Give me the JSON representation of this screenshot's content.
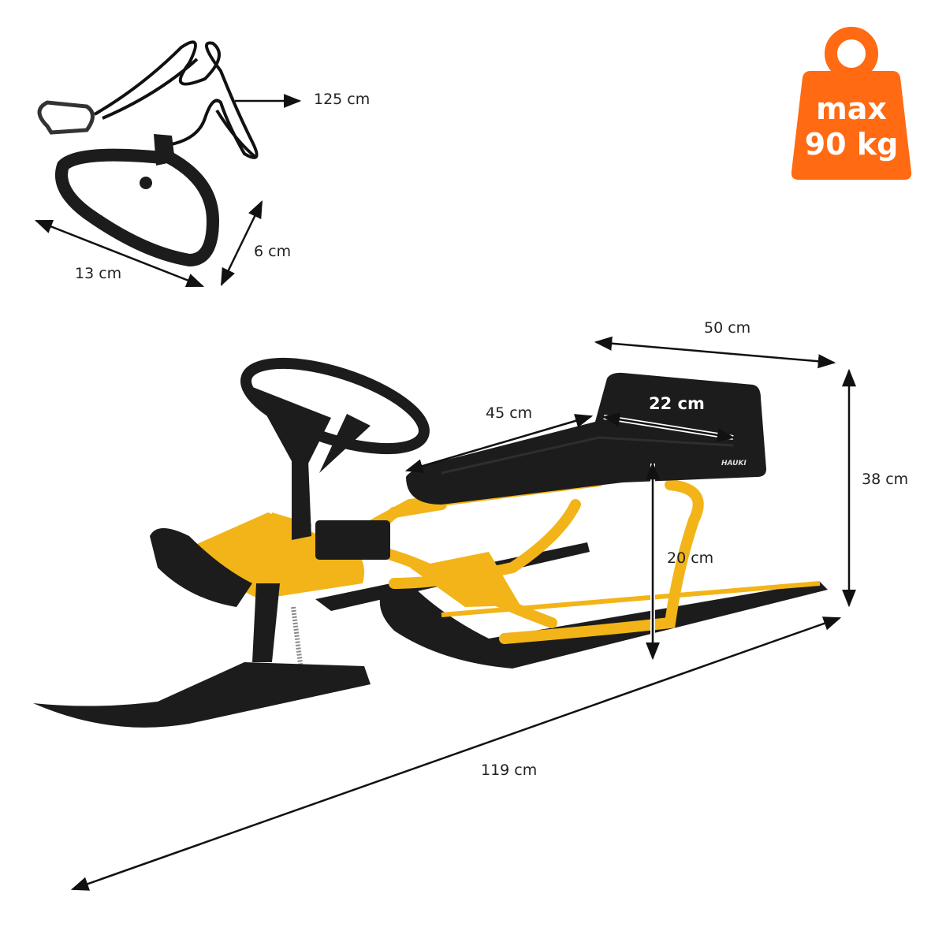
{
  "dimensions": {
    "rope_length": "125 cm",
    "handle_width": "13 cm",
    "handle_depth": "6 cm",
    "seat_length_total": "50 cm",
    "seat_length": "45 cm",
    "seat_width": "22 cm",
    "total_height": "38 cm",
    "seat_height": "20 cm",
    "total_length": "119 cm"
  },
  "weight_badge": {
    "line1": "max",
    "line2": "90 kg",
    "color": "#ff6a13"
  },
  "brand_logo": "HAUKI",
  "colors": {
    "frame": "#f2b418",
    "plastic": "#1c1c1c",
    "arrow": "#111111"
  }
}
